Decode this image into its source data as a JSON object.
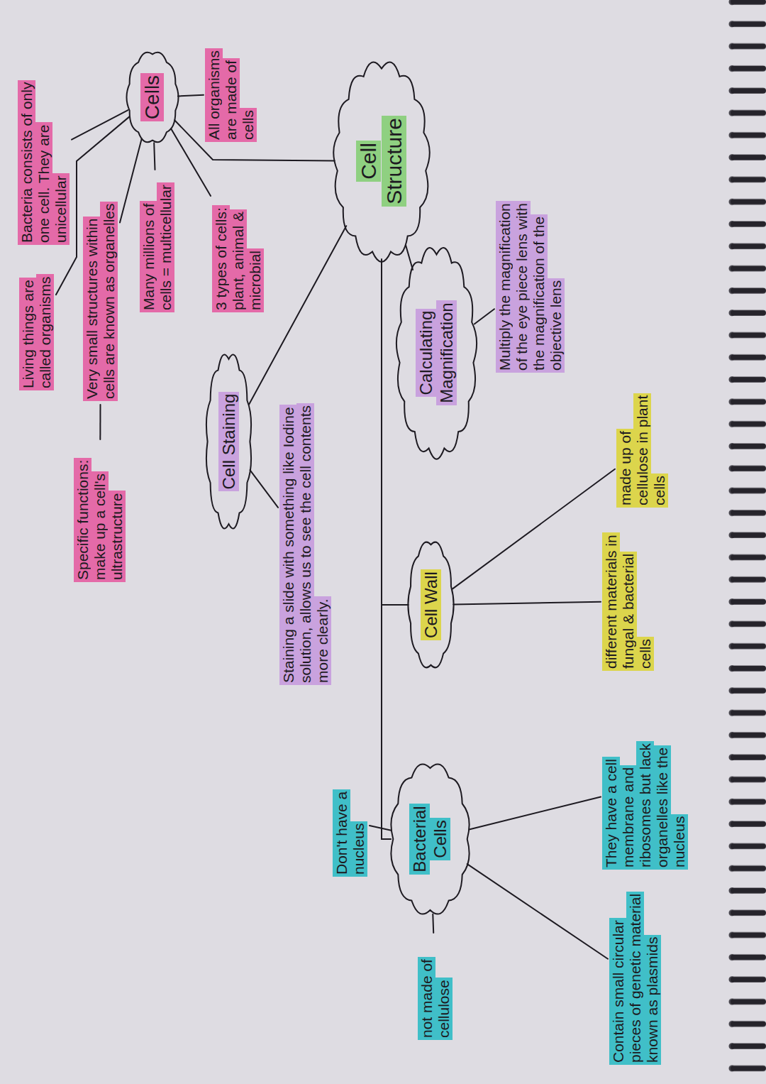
{
  "diagram": {
    "nodes": [
      {
        "text": [
          "Cell Structure"
        ]
      },
      {
        "text": [
          "Cells"
        ]
      },
      {
        "text": [
          "Bacteria consists of only one cell. They are unicellular"
        ]
      },
      {
        "text": [
          "Living things are called organisms"
        ]
      },
      {
        "text": [
          "All organisms are made of cells"
        ]
      },
      {
        "text": [
          "Very small structures within cells are known as organelles"
        ]
      },
      {
        "text": [
          "Specific functions: make up a cell's ultrastructure"
        ]
      },
      {
        "text": [
          "Many millions of cells = multicellular"
        ]
      },
      {
        "text": [
          "3 types of cells: plant, animal & microbial"
        ]
      },
      {
        "text": [
          "Cell Staining"
        ]
      },
      {
        "text": [
          "Staining a slide with something like Iodine solution, allows us to see the cell contents more clearly."
        ]
      },
      {
        "text": [
          "Calculating Magnification"
        ]
      },
      {
        "text": [
          "Multiply the magnification of the eye piece lens with the magnification of the objective lens"
        ]
      },
      {
        "text": [
          "Cell Wall"
        ]
      },
      {
        "text": [
          "different materials in fungal & bacterial cells"
        ]
      },
      {
        "text": [
          "made up of cellulose in plant cells"
        ]
      },
      {
        "text": [
          "Bacterial Cells"
        ]
      },
      {
        "text": [
          "Don't have a nucleus"
        ]
      },
      {
        "text": [
          "They have a cell membrane and ribosomes but lack organelles like the nucleus"
        ]
      },
      {
        "text": [
          "Contain small circular pieces of genetic material known as plasmids"
        ]
      },
      {
        "text": [
          "not made of cellulose"
        ]
      }
    ],
    "edges": [
      {
        "from": 0,
        "to": 1,
        "arrow": "none"
      },
      {
        "from": 1,
        "to": 2,
        "arrow": "none"
      },
      {
        "from": 1,
        "to": 3,
        "arrow": "none"
      },
      {
        "from": 1,
        "to": 4,
        "arrow": "none"
      },
      {
        "from": 1,
        "to": 5,
        "arrow": "none"
      },
      {
        "from": 5,
        "to": 6,
        "arrow": "none"
      },
      {
        "from": 1,
        "to": 7,
        "arrow": "none"
      },
      {
        "from": 1,
        "to": 8,
        "arrow": "none"
      },
      {
        "from": 0,
        "to": 9,
        "arrow": "none"
      },
      {
        "from": 9,
        "to": 10,
        "arrow": "none"
      },
      {
        "from": 0,
        "to": 11,
        "arrow": "none"
      },
      {
        "from": 11,
        "to": 12,
        "arrow": "none"
      },
      {
        "from": 0,
        "to": 13,
        "arrow": "none"
      },
      {
        "from": 13,
        "to": 14,
        "arrow": "none"
      },
      {
        "from": 13,
        "to": 15,
        "arrow": "none"
      },
      {
        "from": 0,
        "to": 16,
        "arrow": "none"
      },
      {
        "from": 16,
        "to": 17,
        "arrow": "none"
      },
      {
        "from": 16,
        "to": 18,
        "arrow": "none"
      },
      {
        "from": 16,
        "to": 19,
        "arrow": "none"
      },
      {
        "from": 16,
        "to": 20,
        "arrow": "none"
      }
    ]
  }
}
